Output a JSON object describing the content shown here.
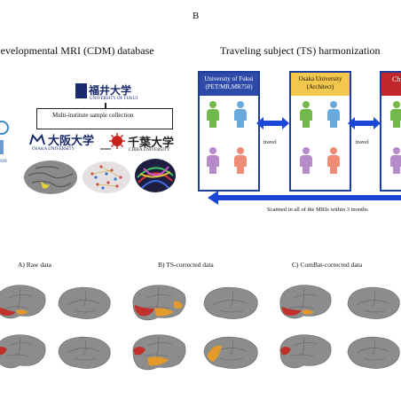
{
  "panel_b_label": "B",
  "left": {
    "title": "Developmental MRI (CDM) database",
    "fukui_logo_text": "福井大学",
    "fukui_logo_sub": "UNIVERSITY OF FUKUI",
    "collection_label": "Multi-institute sample collection",
    "osaka_logo_text": "大阪大学",
    "osaka_logo_sub": "OSAKA UNIVERSITY",
    "chiba_logo_text": "千葉大学",
    "chiba_logo_sub": "CHIBA UNIVERSITY",
    "left_edge_label": "MB"
  },
  "right": {
    "title": "Traveling subject (TS) harmonization",
    "card1_title": "University of Fukui",
    "card1_sub": "(PET/MR,MR750)",
    "card2_title": "Osaka University",
    "card2_sub": "(Architect)",
    "card3_title": "Ch",
    "travel_label_1": "travel",
    "travel_label_2": "travel",
    "scanned_label": "Scanned in all of the MRIs within 3 months",
    "colors": {
      "card1_head": "#2d4aa8",
      "card2_head": "#f3c64c",
      "card3_head": "#c0262b",
      "arrow": "#1c46d8"
    }
  },
  "bottom": {
    "panel_a": "A) Raw data",
    "panel_b": "B) TS-corrected data",
    "panel_c": "C) ComBat-corrected data"
  }
}
